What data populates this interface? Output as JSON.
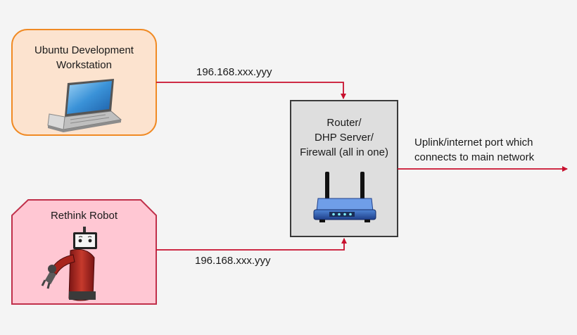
{
  "nodes": {
    "workstation": {
      "line1": "Ubuntu Development",
      "line2": "Workstation",
      "icon": "laptop-icon",
      "fill": "#fce3cf",
      "stroke": "#f08a24"
    },
    "robot": {
      "label": "Rethink Robot",
      "icon": "robot-arm-icon",
      "fill": "#ffc7d3",
      "stroke": "#c0304a"
    },
    "router": {
      "line1": "Router/",
      "line2": "DHP Server/",
      "line3": "Firewall (all in one)",
      "icon": "wifi-router-icon",
      "fill": "#dedede",
      "stroke": "#3a3a3a"
    }
  },
  "edges": {
    "workstation_to_router": {
      "label": "196.168.xxx.yyy"
    },
    "robot_to_router": {
      "label": "196.168.xxx.yyy"
    },
    "uplink": {
      "line1": "Uplink/internet port which",
      "line2": "connects to main network"
    }
  },
  "colors": {
    "connector": "#c8102e"
  }
}
